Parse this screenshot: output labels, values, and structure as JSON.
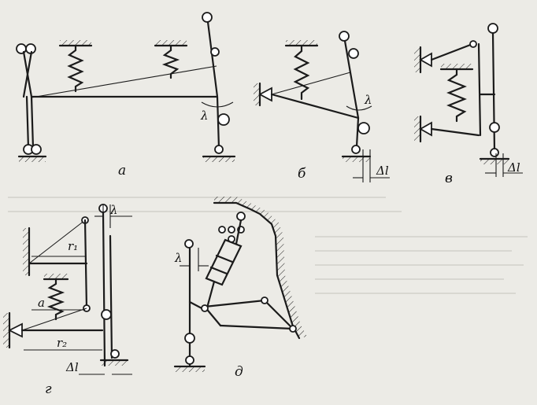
{
  "panels": [
    {
      "id": "a",
      "label": "а",
      "symbols": [
        "λ"
      ]
    },
    {
      "id": "b",
      "label": "б",
      "symbols": [
        "λ",
        "Δl"
      ]
    },
    {
      "id": "v",
      "label": "в",
      "symbols": [
        "Δl"
      ]
    },
    {
      "id": "g",
      "label": "г",
      "symbols": [
        "λ",
        "r₁",
        "a",
        "r₂",
        "Δl"
      ]
    },
    {
      "id": "d",
      "label": "д",
      "symbols": [
        "λ"
      ]
    }
  ],
  "colors": {
    "ink": "#1b1b1b",
    "paper": "#ecebe6",
    "bleed": "#c9c7c0"
  }
}
